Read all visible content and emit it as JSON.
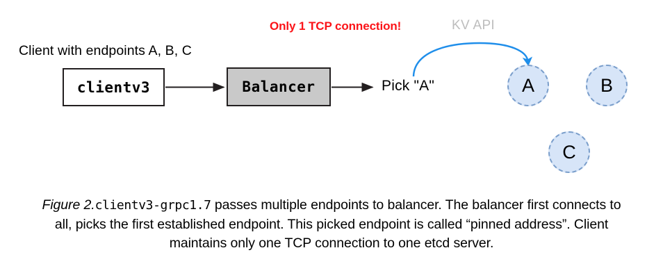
{
  "figure": {
    "title_prefix": "Figure 2.",
    "mono_term": "clientv3-grpc1.7",
    "caption_body": " passes multiple endpoints to balancer. The balancer first connects to all, picks the first established endpoint. This picked endpoint is called “pinned address”. Client maintains only one TCP connection to one etcd server."
  },
  "diagram": {
    "client_endpoints_label": "Client with endpoints A, B, C",
    "tcp_warning": "Only 1 TCP connection!",
    "kv_api_label": "KV API",
    "pick_label": "Pick \"A\"",
    "boxes": [
      {
        "id": "clientv3",
        "label": "clientv3",
        "fill": "#ffffff"
      },
      {
        "id": "balancer",
        "label": "Balancer",
        "fill": "#c9c9c9"
      }
    ],
    "endpoints": [
      {
        "id": "a",
        "label": "A",
        "pinned": true
      },
      {
        "id": "b",
        "label": "B",
        "pinned": false
      },
      {
        "id": "c",
        "label": "C",
        "pinned": false
      }
    ],
    "colors": {
      "warning_red": "#fb1318",
      "kv_api_gray": "#bdbdbd",
      "circle_fill": "#d7e5f8",
      "circle_stroke": "#7a9ecb",
      "kv_arrow_blue": "#1f8eea",
      "flow_arrow_black": "#231f20",
      "balancer_fill": "#c9c9c9"
    }
  }
}
